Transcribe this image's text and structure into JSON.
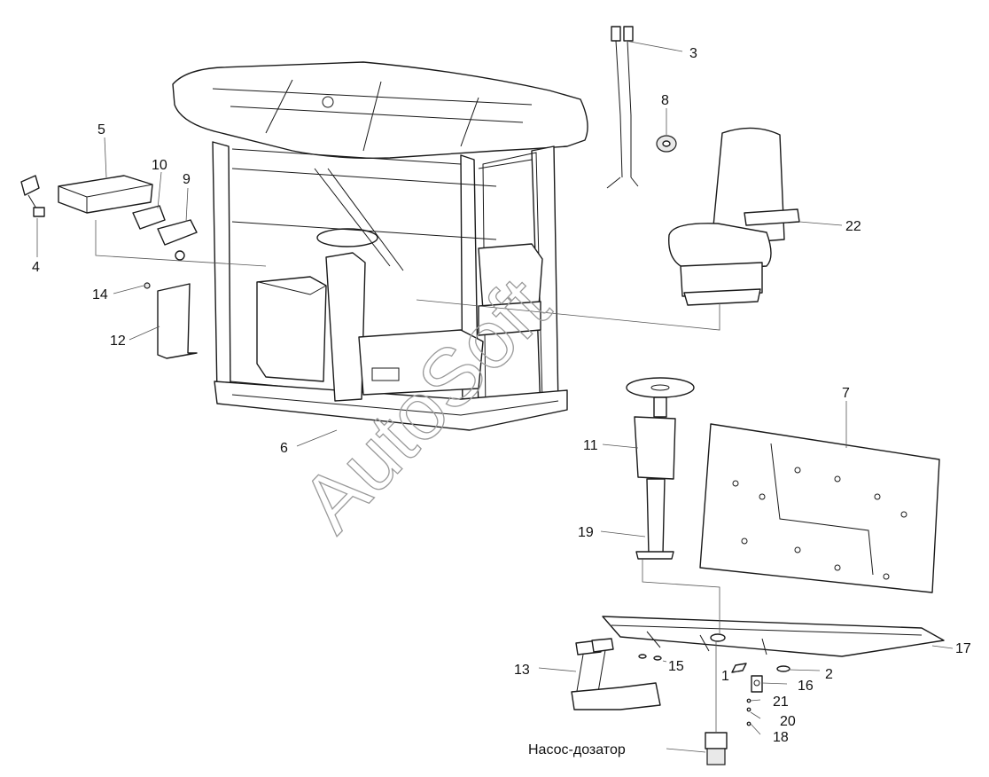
{
  "diagram": {
    "callouts": [
      {
        "id": "1",
        "text": "1"
      },
      {
        "id": "2",
        "text": "2"
      },
      {
        "id": "3",
        "text": "3"
      },
      {
        "id": "4",
        "text": "4"
      },
      {
        "id": "5",
        "text": "5"
      },
      {
        "id": "6",
        "text": "6"
      },
      {
        "id": "7",
        "text": "7"
      },
      {
        "id": "8",
        "text": "8"
      },
      {
        "id": "9",
        "text": "9"
      },
      {
        "id": "10",
        "text": "10"
      },
      {
        "id": "11",
        "text": "11"
      },
      {
        "id": "12",
        "text": "12"
      },
      {
        "id": "13",
        "text": "13"
      },
      {
        "id": "14",
        "text": "14"
      },
      {
        "id": "15",
        "text": "15"
      },
      {
        "id": "16",
        "text": "16"
      },
      {
        "id": "17",
        "text": "17"
      },
      {
        "id": "18",
        "text": "18"
      },
      {
        "id": "19",
        "text": "19"
      },
      {
        "id": "20",
        "text": "20"
      },
      {
        "id": "21",
        "text": "21"
      },
      {
        "id": "22",
        "text": "22"
      },
      {
        "id": "pump",
        "text": "Насос-дозатор"
      }
    ],
    "watermark": "AutoSoft"
  }
}
